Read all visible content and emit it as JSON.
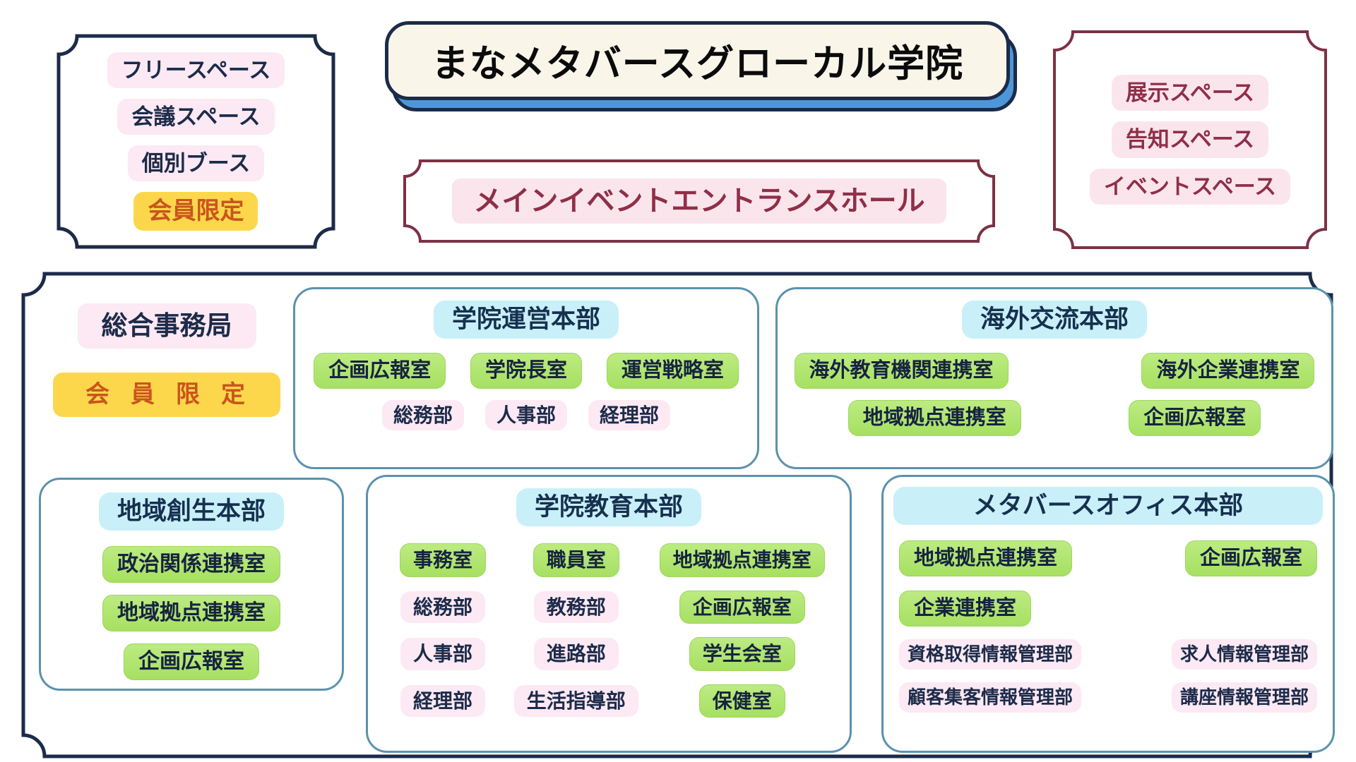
{
  "palette": {
    "navy": "#1c2b4a",
    "maroon_border": "#7d3144",
    "maroon_text": "#8f2f49",
    "green_pill": "#aee26f",
    "cyan_header": "#c9f0f9",
    "pink_pill": "#fce9f3",
    "pink_warm_pill": "#fbe5ec",
    "yellow_pill": "#fcd74b",
    "orange_text": "#c9551e",
    "blue_shadow": "#4d97d9",
    "cream_title": "#f9f5e8",
    "steel_border": "#5b92ad"
  },
  "title": {
    "text": "まなメタバースグローカル学院"
  },
  "main_event": {
    "label": "メインイベントエントランスホール"
  },
  "free_space_box": {
    "items": [
      {
        "label": "フリースペース"
      },
      {
        "label": "会議スペース"
      },
      {
        "label": "個別ブース"
      },
      {
        "label": "会員限定"
      }
    ]
  },
  "exhibit_box": {
    "items": [
      {
        "label": "展示スペース"
      },
      {
        "label": "告知スペース"
      },
      {
        "label": "イベントスペース"
      }
    ]
  },
  "admin": {
    "office_label": "総合事務局",
    "members_only_label": "会員限定"
  },
  "departments": {
    "management": {
      "title": "学院運営本部",
      "row1": [
        {
          "label": "企画広報室"
        },
        {
          "label": "学院長室"
        },
        {
          "label": "運営戦略室"
        }
      ],
      "row2": [
        {
          "label": "総務部"
        },
        {
          "label": "人事部"
        },
        {
          "label": "経理部"
        }
      ]
    },
    "overseas": {
      "title": "海外交流本部",
      "row1": [
        {
          "label": "海外教育機関連携室"
        },
        {
          "label": "海外企業連携室"
        }
      ],
      "row2": [
        {
          "label": "地域拠点連携室"
        },
        {
          "label": "企画広報室"
        }
      ]
    },
    "regional": {
      "title": "地域創生本部",
      "items": [
        {
          "label": "政治関係連携室"
        },
        {
          "label": "地域拠点連携室"
        },
        {
          "label": "企画広報室"
        }
      ]
    },
    "education": {
      "title": "学院教育本部",
      "grid": [
        {
          "label": "事務室"
        },
        {
          "label": "職員室"
        },
        {
          "label": "地域拠点連携室"
        },
        {
          "label": "総務部"
        },
        {
          "label": "教務部"
        },
        {
          "label": "企画広報室"
        },
        {
          "label": "人事部"
        },
        {
          "label": "進路部"
        },
        {
          "label": "学生会室"
        },
        {
          "label": "経理部"
        },
        {
          "label": "生活指導部"
        },
        {
          "label": "保健室"
        }
      ]
    },
    "metaverse_office": {
      "title": "メタバースオフィス本部",
      "row1": [
        {
          "label": "地域拠点連携室"
        },
        {
          "label": "企画広報室"
        }
      ],
      "row2": [
        {
          "label": "企業連携室"
        }
      ],
      "row3": [
        {
          "label": "資格取得情報管理部"
        },
        {
          "label": "求人情報管理部"
        }
      ],
      "row4": [
        {
          "label": "顧客集客情報管理部"
        },
        {
          "label": "講座情報管理部"
        }
      ]
    }
  }
}
